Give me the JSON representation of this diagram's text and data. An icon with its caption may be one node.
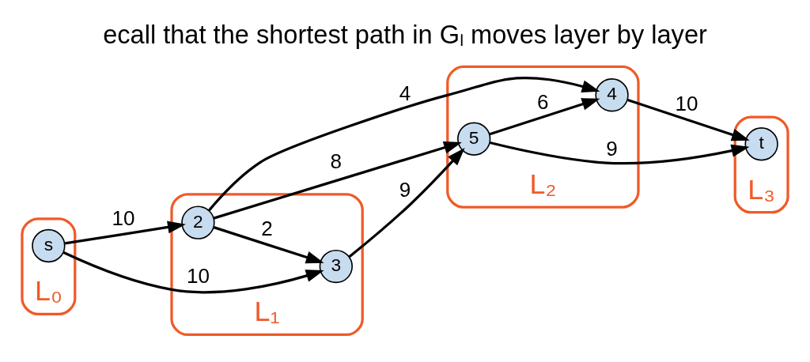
{
  "diagram": {
    "title": "ecall that the shortest path in Gₗ moves layer by layer",
    "nodes": [
      {
        "text": [
          "L₀"
        ]
      },
      {
        "text": [
          "s"
        ],
        "in": 0
      },
      {
        "text": [
          "L₁"
        ]
      },
      {
        "text": [
          "2"
        ],
        "in": 2
      },
      {
        "text": [
          "3"
        ],
        "in": 2
      },
      {
        "text": [
          "L₂"
        ]
      },
      {
        "text": [
          "4"
        ],
        "in": 5
      },
      {
        "text": [
          "5"
        ],
        "in": 5
      },
      {
        "text": [
          "L₃"
        ]
      },
      {
        "text": [
          "t"
        ],
        "in": 8
      }
    ],
    "edges": [
      {
        "from": 1,
        "to": 3,
        "arrow": "to",
        "label": "10"
      },
      {
        "from": 1,
        "to": 4,
        "arrow": "to",
        "label": "10"
      },
      {
        "from": 3,
        "to": 4,
        "arrow": "to",
        "label": "2"
      },
      {
        "from": 3,
        "to": 6,
        "arrow": "to",
        "label": "4"
      },
      {
        "from": 3,
        "to": 7,
        "arrow": "to",
        "label": "8"
      },
      {
        "from": 4,
        "to": 7,
        "arrow": "to",
        "label": "9"
      },
      {
        "from": 7,
        "to": 6,
        "arrow": "to",
        "label": "6"
      },
      {
        "from": 6,
        "to": 9,
        "arrow": "to",
        "label": "10"
      },
      {
        "from": 7,
        "to": 9,
        "arrow": "to",
        "label": "9"
      }
    ]
  }
}
